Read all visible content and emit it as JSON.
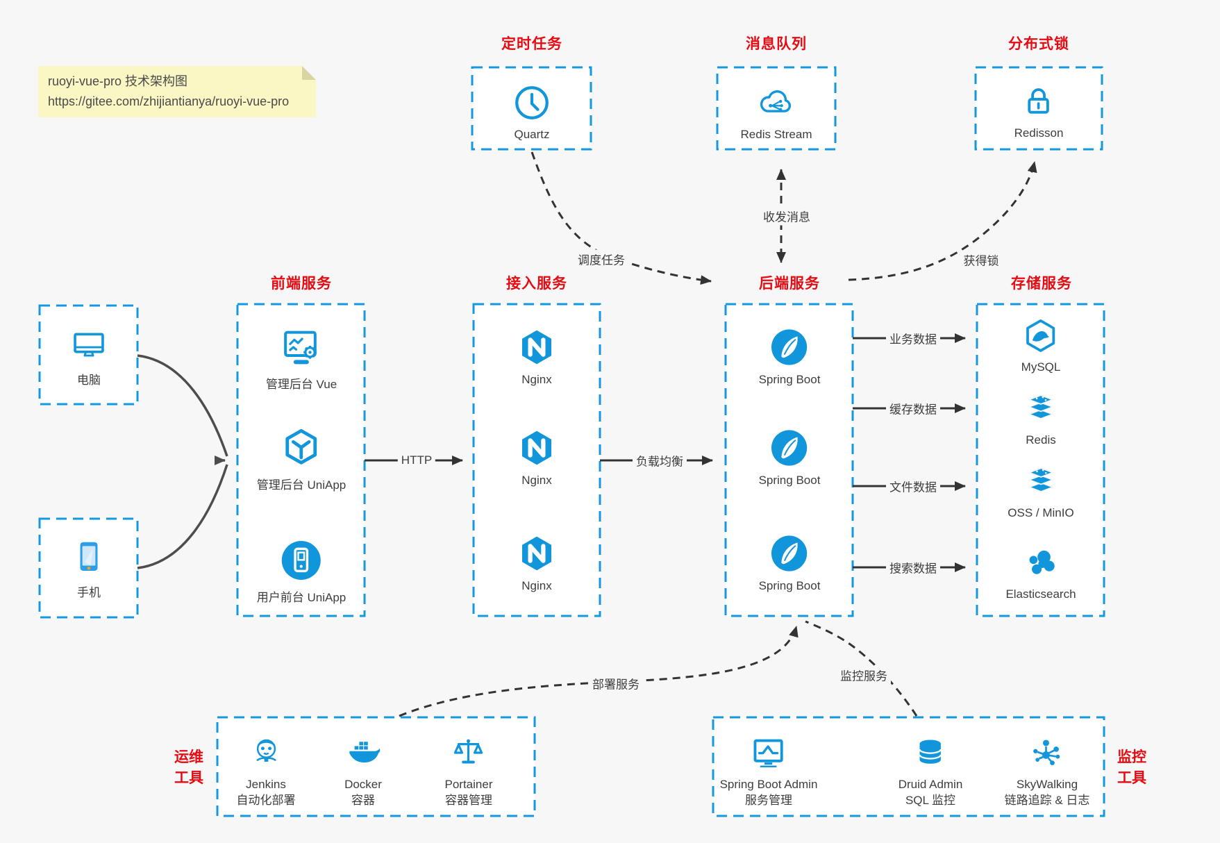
{
  "colors": {
    "accent_blue": "#1296db",
    "border_blue": "#1499e0",
    "title_red": "#e60b12",
    "note_yellow": "#fbf7c5"
  },
  "note": {
    "line1": "ruoyi-vue-pro 技术架构图",
    "line2": "https://gitee.com/zhijiantianya/ruoyi-vue-pro"
  },
  "top": [
    {
      "title": "定时任务",
      "label": "Quartz"
    },
    {
      "title": "消息队列",
      "label": "Redis Stream"
    },
    {
      "title": "分布式锁",
      "label": "Redisson"
    }
  ],
  "clients": [
    {
      "label": "电脑"
    },
    {
      "label": "手机"
    }
  ],
  "columns": [
    {
      "title": "前端服务",
      "items": [
        "管理后台 Vue",
        "管理后台 UniApp",
        "用户前台 UniApp"
      ]
    },
    {
      "title": "接入服务",
      "items": [
        "Nginx",
        "Nginx",
        "Nginx"
      ]
    },
    {
      "title": "后端服务",
      "items": [
        "Spring Boot",
        "Spring Boot",
        "Spring Boot"
      ]
    },
    {
      "title": "存储服务",
      "items": [
        "MySQL",
        "Redis",
        "OSS / MinIO",
        "Elasticsearch"
      ]
    }
  ],
  "groups": [
    {
      "label1": "运维",
      "label2": "工具",
      "items": [
        {
          "name": "Jenkins",
          "desc": "自动化部署"
        },
        {
          "name": "Docker",
          "desc": "容器"
        },
        {
          "name": "Portainer",
          "desc": "容器管理"
        }
      ]
    },
    {
      "label1": "监控",
      "label2": "工具",
      "items": [
        {
          "name": "Spring Boot Admin",
          "desc": "服务管理"
        },
        {
          "name": "Druid Admin",
          "desc": "SQL 监控"
        },
        {
          "name": "SkyWalking",
          "desc": "链路追踪 & 日志"
        }
      ]
    }
  ],
  "edges": {
    "http": "HTTP",
    "load_balance": "负载均衡",
    "schedule": "调度任务",
    "message": "收发消息",
    "lock": "获得锁",
    "business": "业务数据",
    "cache": "缓存数据",
    "file": "文件数据",
    "search": "搜索数据",
    "deploy": "部署服务",
    "monitor": "监控服务"
  }
}
